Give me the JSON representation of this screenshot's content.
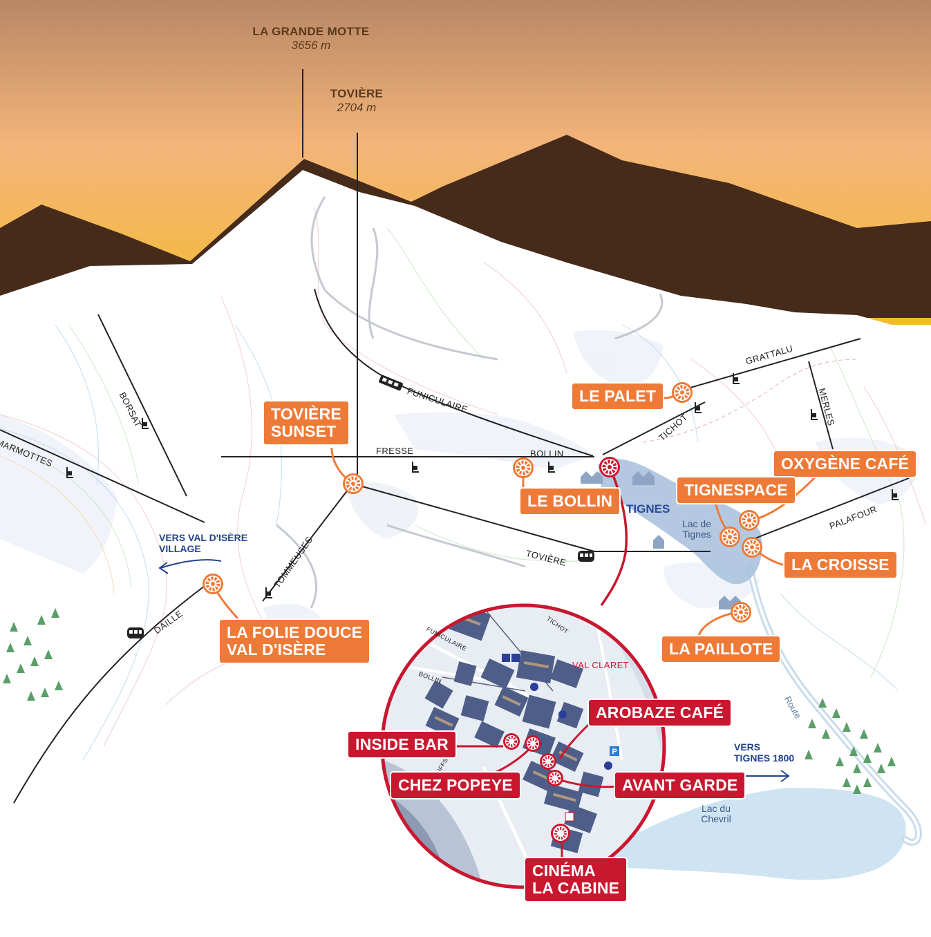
{
  "summits": [
    {
      "name": "LA GRANDE MOTTE",
      "elevation": "3656 m"
    },
    {
      "name": "TOVIÈRE",
      "elevation": "2704 m"
    }
  ],
  "lifts": {
    "borsat": "BORSAT",
    "marmottes": "MARMOTTES",
    "funiculaire": "FUNICULAIRE",
    "fresse": "FRESSE",
    "bollin": "BOLLIN",
    "grattalu": "GRATTALU",
    "merles": "MERLES",
    "tichot": "TICHOT",
    "palafour": "PALAFOUR",
    "toviere": "TOVIÈRE",
    "tommeuses": "TOMMEUSES",
    "daille": "DAILLE"
  },
  "places": {
    "tignes": "TIGNES",
    "lac_de_tignes": [
      "Lac de",
      "Tignes"
    ],
    "lac_du_chevril": [
      "Lac du",
      "Chevril"
    ],
    "vers_val_disere": [
      "VERS VAL D'ISÈRE",
      "VILLAGE"
    ],
    "vers_tignes_1800": [
      "VERS",
      "TIGNES 1800"
    ],
    "route": "Route"
  },
  "venues_orange": [
    {
      "id": "toviere-sunset",
      "lines": [
        "TOVIÈRE",
        "SUNSET"
      ]
    },
    {
      "id": "le-palet",
      "lines": [
        "LE PALET"
      ]
    },
    {
      "id": "le-bollin",
      "lines": [
        "LE BOLLIN"
      ]
    },
    {
      "id": "oxygene-cafe",
      "lines": [
        "OXYGÈNE CAFÉ"
      ]
    },
    {
      "id": "tignespace",
      "lines": [
        "TIGNESPACE"
      ]
    },
    {
      "id": "la-croisse",
      "lines": [
        "LA CROISSE"
      ]
    },
    {
      "id": "la-folie-douce",
      "lines": [
        "LA FOLIE DOUCE",
        "VAL D'ISÈRE"
      ]
    },
    {
      "id": "la-paillote",
      "lines": [
        "LA PAILLOTE"
      ]
    }
  ],
  "inset": {
    "title": "VAL CLARET",
    "labels": {
      "funiculaire": "FUNICULAIRE",
      "tichot": "TICHOT",
      "bollin": "BOLLIN",
      "tuffs": "TUFFS"
    },
    "venues_red": [
      {
        "id": "arobaze-cafe",
        "lines": [
          "AROBAZE CAFÉ"
        ]
      },
      {
        "id": "inside-bar",
        "lines": [
          "INSIDE BAR"
        ]
      },
      {
        "id": "chez-popeye",
        "lines": [
          "CHEZ POPEYE"
        ]
      },
      {
        "id": "avant-garde",
        "lines": [
          "AVANT GARDE"
        ]
      },
      {
        "id": "cinema-la-cabine",
        "lines": [
          "CINÉMA",
          "LA CABINE"
        ]
      }
    ]
  },
  "colors": {
    "sky_top": "#b98766",
    "sky_bottom": "#f5bb2e",
    "mountain_dark": "#472b1a",
    "venue_orange": "#ee7a38",
    "venue_red": "#c9172f",
    "lake_blue": "#cfe4f2",
    "text_blue": "#23438e"
  }
}
